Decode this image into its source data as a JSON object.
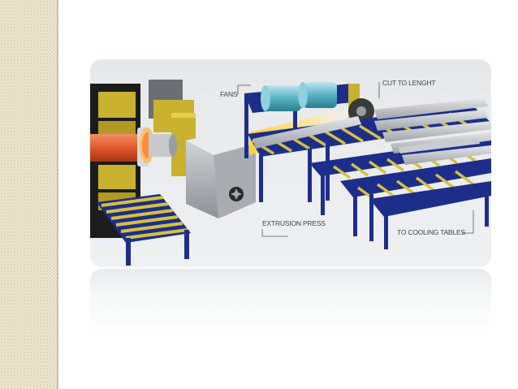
{
  "labels": {
    "fans": "FANS",
    "cut": "CUT TO LENGHT",
    "press": "EXTRUSION PRESS",
    "cooling": "TO COOLING TABLES"
  },
  "colors": {
    "frame": "#1d2e8a",
    "roller": "#c9b23a",
    "press": "#2a2a2a",
    "billet": "#e2572b",
    "fan": "#58b3c4"
  }
}
